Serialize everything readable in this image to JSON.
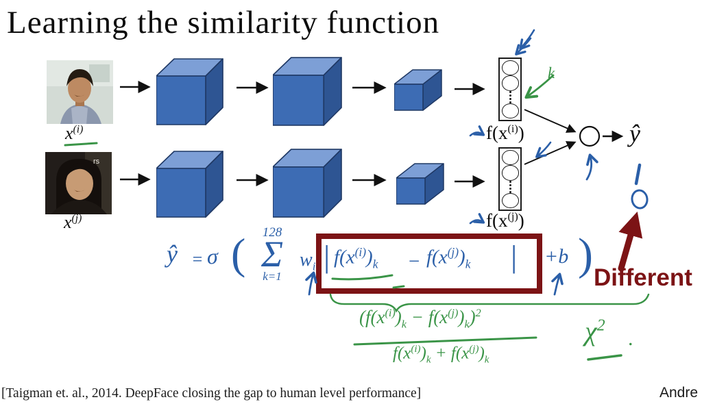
{
  "slide": {
    "title": "Learning the similarity function",
    "citation": "[Taigman et. al., 2014. DeepFace closing the gap to human level performance]",
    "credit": "Andre"
  },
  "colors": {
    "ink_blue": "#2b5fa8",
    "ink_green": "#3a9447",
    "maroon": "#7c1315",
    "cube_front": "#3d6cb4",
    "cube_top": "#7d9fd6",
    "cube_side": "#2e5593"
  },
  "row1": {
    "input_base": "x",
    "input_sup": "(i)",
    "f_pre": "f(x",
    "f_sup": "(i)",
    "f_post": ")"
  },
  "row2": {
    "input_base": "x",
    "input_sup": "(j)",
    "f_pre": "f(x",
    "f_sup": "(j)",
    "f_post": ")",
    "photo_text": "rs"
  },
  "output": {
    "yhat": "ŷ",
    "candidate_one": "1",
    "candidate_zero": "0"
  },
  "annotations": {
    "k_label": "k",
    "different": "Different",
    "chi_base": "χ",
    "chi_sup": "2",
    "chi_dot": "."
  },
  "formula": {
    "yhat": "ŷ",
    "eq": "=",
    "sigma": "σ",
    "lparen": "(",
    "sum_upper": "128",
    "sum": "Σ",
    "sum_lower": "k=1",
    "w": "w",
    "w_sub": "i",
    "bar_l": "|",
    "t1_pre": "f(x",
    "t1_sup": "(i)",
    "t1_post": ")",
    "t1_sub": "k",
    "minus": "−",
    "t2_pre": "f(x",
    "t2_sup": "(j)",
    "t2_post": ")",
    "t2_sub": "k",
    "bar_r": "|",
    "bias": "+b",
    "rparen": ")"
  },
  "green_formula": {
    "lparen": "(",
    "n1_pre": "f(x",
    "n1_sup": "(i)",
    "n1_post": ")",
    "n1_sub": "k",
    "minus": "−",
    "n2_pre": "f(x",
    "n2_sup": "(j)",
    "n2_post": ")",
    "n2_sub": "k",
    "rparen": ")",
    "exp": "2",
    "d1_pre": "f(x",
    "d1_sup": "(i)",
    "d1_post": ")",
    "d1_sub": "k",
    "plus": "+",
    "d2_pre": "f(x",
    "d2_sup": "(j)",
    "d2_post": ")",
    "d2_sub": "k"
  }
}
